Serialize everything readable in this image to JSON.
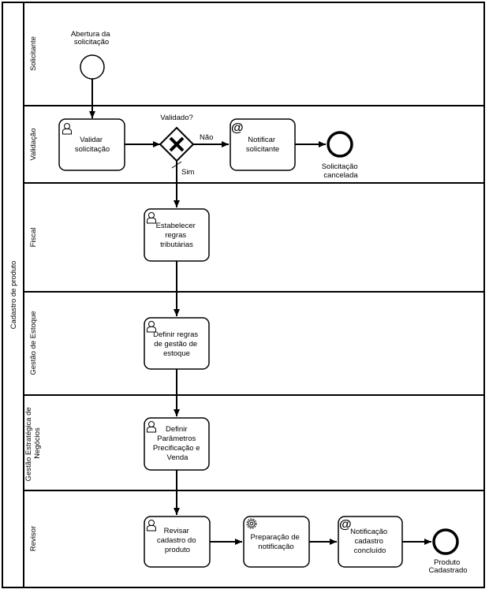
{
  "pool": {
    "label": "Cadastro de produto"
  },
  "lanes": [
    {
      "id": "solicitante",
      "label": [
        "Solicitante"
      ]
    },
    {
      "id": "validacao",
      "label": [
        "Validação"
      ]
    },
    {
      "id": "fiscal",
      "label": [
        "Fiscal"
      ]
    },
    {
      "id": "estoque",
      "label": [
        "Gestão de Estoque"
      ]
    },
    {
      "id": "negocios",
      "label": [
        "Gestão Estratégica de",
        "Negócios"
      ]
    },
    {
      "id": "revisor",
      "label": [
        "Revisor"
      ]
    }
  ],
  "events": {
    "start": {
      "label": [
        "Abertura da",
        "solicitação"
      ]
    },
    "end_cancel": {
      "label": [
        "Solicitação",
        "cancelada"
      ]
    },
    "end_done": {
      "label": [
        "Produto",
        "Cadastrado"
      ]
    }
  },
  "gateway": {
    "question": "Validado?",
    "no": "Não",
    "yes": "Sim"
  },
  "tasks": {
    "validar": {
      "type": "user",
      "label": [
        "Validar",
        "solicitação"
      ]
    },
    "notificar": {
      "type": "send",
      "label": [
        "Notificar",
        "solicitante"
      ]
    },
    "regras_trib": {
      "type": "user",
      "label": [
        "Estabelecer",
        "regras",
        "tributárias"
      ]
    },
    "regras_estoque": {
      "type": "user",
      "label": [
        "Definir regras",
        "de gestão de",
        "estoque"
      ]
    },
    "precificacao": {
      "type": "user",
      "label": [
        "Definir",
        "Parâmetros",
        "Precificação e",
        "Venda"
      ]
    },
    "revisar": {
      "type": "user",
      "label": [
        "Revisar",
        "cadastro do",
        "produto"
      ]
    },
    "preparacao": {
      "type": "service",
      "label": [
        "Preparação de",
        "notificação"
      ]
    },
    "notif_concluido": {
      "type": "send",
      "label": [
        "Notificação",
        "cadastro",
        "concluído"
      ]
    }
  }
}
